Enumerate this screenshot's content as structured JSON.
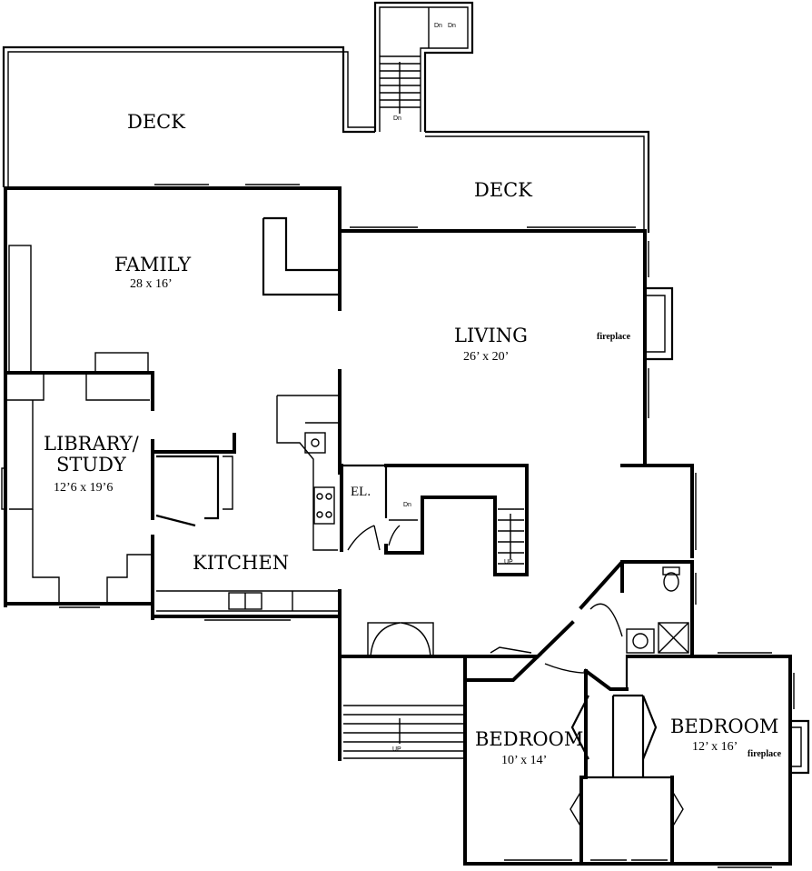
{
  "plan": {
    "rooms": {
      "deck_left": {
        "name": "DECK"
      },
      "deck_right": {
        "name": "DECK"
      },
      "family": {
        "name": "FAMILY",
        "size": "28 x 16’"
      },
      "living": {
        "name": "LIVING",
        "size": "26’ x 20’"
      },
      "library": {
        "name_line1": "LIBRARY/",
        "name_line2": "STUDY",
        "size": "12’6 x 19’6"
      },
      "kitchen": {
        "name": "KITCHEN"
      },
      "elevator": {
        "name": "EL."
      },
      "bedroom1": {
        "name": "BEDROOM",
        "size": "10’ x 14’"
      },
      "bedroom2": {
        "name": "BEDROOM",
        "size": "12’ x 16’"
      }
    },
    "labels": {
      "fireplace_living": "fireplace",
      "fireplace_bedroom": "fireplace",
      "stair_top_dn1": "Dn",
      "stair_top_dn2": "Dn",
      "stair_top_dn3": "Dn",
      "stair_inner_dn": "Dn",
      "stair_inner_up": "UP",
      "stair_bottom_up": "UP"
    }
  }
}
